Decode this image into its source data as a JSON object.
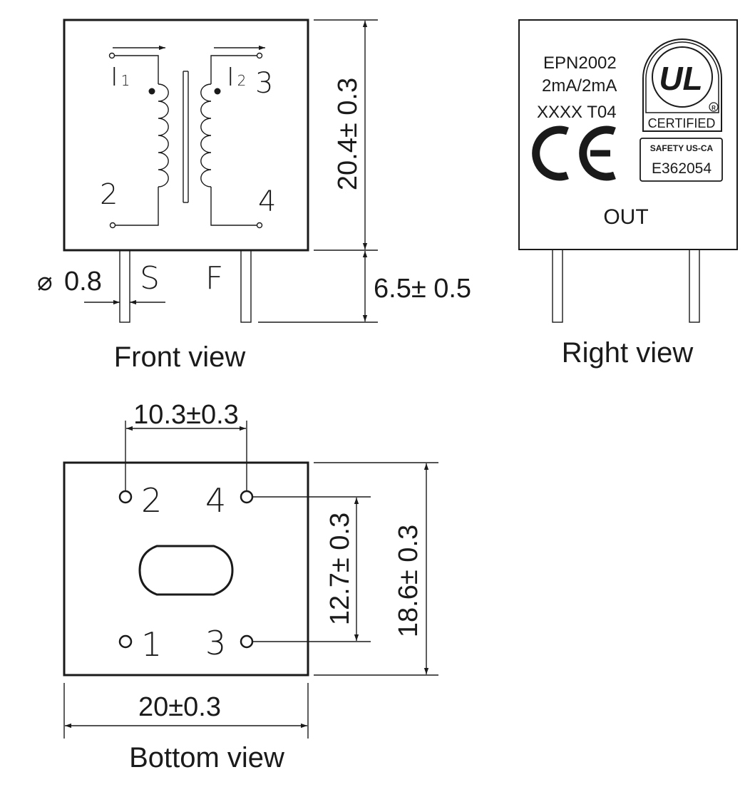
{
  "front_view": {
    "caption": "Front view",
    "current_1": "I",
    "current_1_sub": "1",
    "current_2": "I",
    "current_2_sub": "2",
    "pin_1_label": "",
    "pin_2_label": "2",
    "pin_3_label": "3",
    "pin_4_label": "4",
    "height_dim": "20.4± 0.3",
    "lead_length_dim": "6.5± 0.5",
    "lead_dia_symbol": "⌀",
    "lead_dia_dim": "0.8",
    "start_label": "S",
    "finish_label": "F"
  },
  "right_view": {
    "caption": "Right view",
    "marking_line_1": "EPN2002",
    "marking_line_2": "2mA/2mA",
    "marking_line_3": "XXXX T04",
    "ce_mark": "CE",
    "ul_mark": "UL",
    "ul_registered": "R",
    "ul_certified": "CERTIFIED",
    "ul_safety": "SAFETY US-CA",
    "ul_file_number": "E362054",
    "out_label": "OUT"
  },
  "bottom_view": {
    "caption": "Bottom view",
    "pin_pitch_dim": "10.3±0.3",
    "width_dim": "20±0.3",
    "inner_height_dim": "12.7± 0.3",
    "outer_height_dim": "18.6± 0.3",
    "pin_1_label": "1",
    "pin_2_label": "2",
    "pin_3_label": "3",
    "pin_4_label": "4"
  },
  "colors": {
    "line": "#1a1a1a",
    "background": "#ffffff"
  }
}
